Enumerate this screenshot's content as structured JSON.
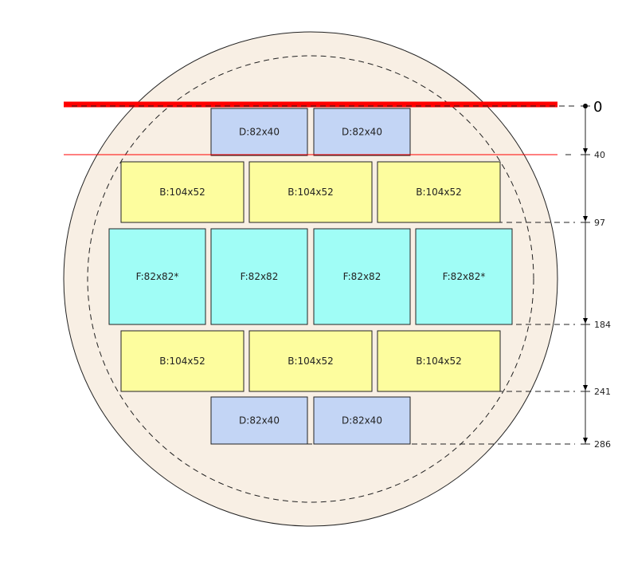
{
  "colors": {
    "disk_fill": "#f8efe4",
    "outline": "#222222",
    "cut_line": "#ff0000",
    "D_fill": "#c3d5f5",
    "B_fill": "#fdfd9e",
    "F_fill": "#a0fdf6"
  },
  "cut_lines": [
    "thick-red-cut-line",
    "thin-red-cut-line"
  ],
  "rows": [
    {
      "panels": [
        {
          "type": "D",
          "label": "D:82x40"
        },
        {
          "type": "D",
          "label": "D:82x40"
        }
      ]
    },
    {
      "panels": [
        {
          "type": "B",
          "label": "B:104x52"
        },
        {
          "type": "B",
          "label": "B:104x52"
        },
        {
          "type": "B",
          "label": "B:104x52"
        }
      ]
    },
    {
      "panels": [
        {
          "type": "F",
          "label": "F:82x82*"
        },
        {
          "type": "F",
          "label": "F:82x82"
        },
        {
          "type": "F",
          "label": "F:82x82"
        },
        {
          "type": "F",
          "label": "F:82x82*"
        }
      ]
    },
    {
      "panels": [
        {
          "type": "B",
          "label": "B:104x52"
        },
        {
          "type": "B",
          "label": "B:104x52"
        },
        {
          "type": "B",
          "label": "B:104x52"
        }
      ]
    },
    {
      "panels": [
        {
          "type": "D",
          "label": "D:82x40"
        },
        {
          "type": "D",
          "label": "D:82x40"
        }
      ]
    }
  ],
  "dimension_ticks": [
    "0",
    "40",
    "97",
    "184",
    "241",
    "286"
  ]
}
